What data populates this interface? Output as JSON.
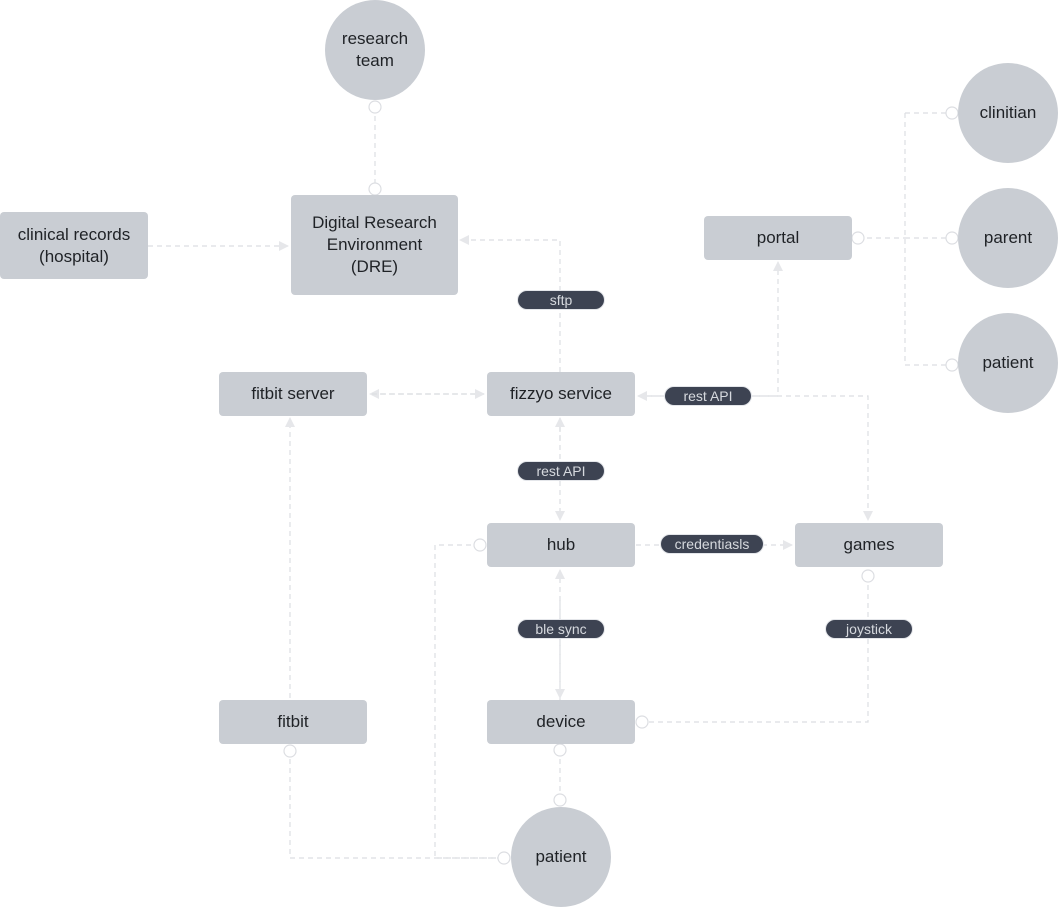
{
  "nodes": {
    "research_team": "research\nteam",
    "dre": "Digital Research\nEnvironment\n(DRE)",
    "clinical_records": "clinical records\n(hospital)",
    "portal": "portal",
    "clinitian": "clinitian",
    "parent": "parent",
    "patient_right": "patient",
    "fitbit_server": "fitbit server",
    "fizzyo_service": "fizzyo service",
    "hub": "hub",
    "games": "games",
    "fitbit": "fitbit",
    "device": "device",
    "patient_bottom": "patient"
  },
  "edge_labels": {
    "sftp": "sftp",
    "rest_api_portal": "rest API",
    "rest_api_hub": "rest API",
    "credentials": "credentiasls",
    "ble_sync": "ble sync",
    "joystick": "joystick"
  },
  "colors": {
    "node": "#c9cdd3",
    "label": "#3d4352",
    "wire": "#dcdee2"
  }
}
